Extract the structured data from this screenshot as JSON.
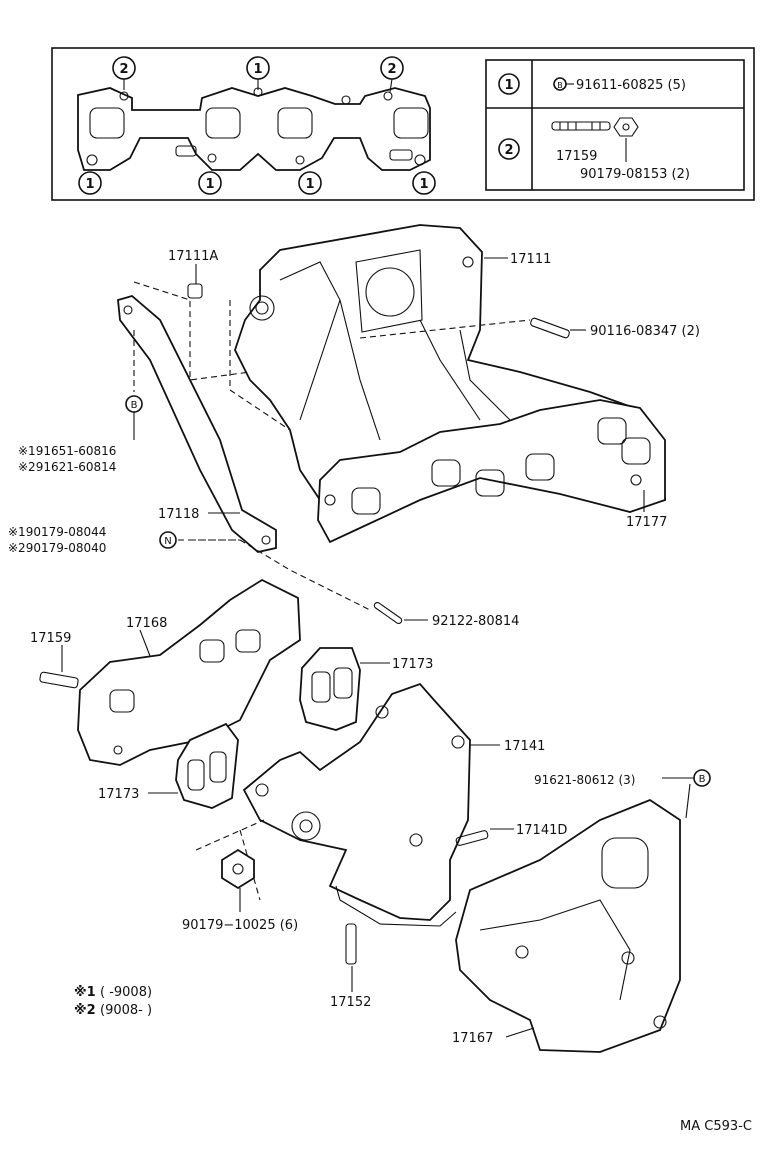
{
  "gasket_box": {
    "callouts": [
      "2",
      "1",
      "2",
      "1",
      "1",
      "1",
      "1"
    ]
  },
  "legend_table": {
    "row1": {
      "mark": "1",
      "circle_letter": "B",
      "part": "91611-60825 (5)"
    },
    "row2": {
      "mark": "2",
      "part_a": "17159",
      "part_b": "90179-08153 (2)"
    }
  },
  "labels": {
    "p17111A": "17111A",
    "p17111": "17111",
    "p90116": "90116-08347 (2)",
    "circle_b_left": "B",
    "p191651": "※191651-60816",
    "p291621": "※291621-60814",
    "p17118": "17118",
    "p190179": "※190179-08044",
    "p290179": "※290179-08040",
    "circle_n": "N",
    "p17177": "17177",
    "p92122": "92122-80814",
    "p17159": "17159",
    "p17168": "17168",
    "p17173_top": "17173",
    "p17141": "17141",
    "p17173_left": "17173",
    "p91621": "91621-80612 (3)",
    "circle_b_right": "B",
    "p17141D": "17141D",
    "p90179_10025": "90179−10025 (6)",
    "p17152": "17152",
    "p17167": "17167",
    "note1_mark": "※1",
    "note1_text": "(      -9008)",
    "note2_mark": "※2",
    "note2_text": "(9008-       )",
    "ref_code": "MA C593-C"
  }
}
